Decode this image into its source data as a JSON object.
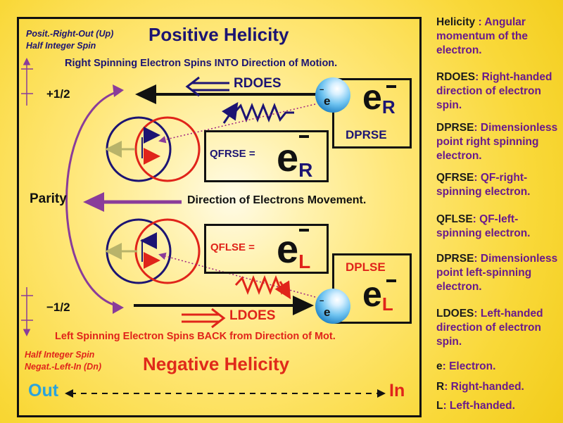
{
  "header": {
    "title_positive": "Positive Helicity",
    "title_negative": "Negative Helicity",
    "posit_line1": "Posit.-Right-Out (Up)",
    "posit_line2": "Half Integer Spin",
    "negat_line1": "Half Integer Spin",
    "negat_line2": "Negat.-Left-In (Dn)"
  },
  "diagram": {
    "right_spin_caption": "Right Spinning Electron Spins INTO Direction of Motion.",
    "left_spin_caption": "Left Spinning Electron Spins BACK from Direction of Mot.",
    "rdoes": "RDOES",
    "ldoes": "LDOES",
    "dprse": "DPRSE",
    "dplse": "DPLSE",
    "qfrse": "QFRSE =",
    "qflse": "QFLSE =",
    "e_symbol": "e",
    "r_sub": "R",
    "l_sub": "L",
    "electron": "e",
    "minus": "−",
    "plus_half": "+1/2",
    "minus_half": "−1/2",
    "parity": "Parity",
    "direction": "Direction of Electrons Movement.",
    "out": "Out",
    "in": "In"
  },
  "legend": [
    {
      "key": "Helicity",
      "text": " : Angular momentum of the electron."
    },
    {
      "key": "RDOES",
      "text": ": Right-handed direction of electron spin."
    },
    {
      "key": "DPRSE",
      "text": ": Dimensionless point right spinning electron."
    },
    {
      "key": "QFRSE",
      "text": ": QF-right-spinning electron."
    },
    {
      "key": "QFLSE",
      "text": ": QF-left-spinning electron."
    },
    {
      "key": "DPRSE",
      "text": ": Dimensionless point left-spinning electron."
    },
    {
      "key": "LDOES",
      "text": ": Left-handed direction of electron spin."
    },
    {
      "key": "e",
      "text": ": Electron."
    },
    {
      "key": "R",
      "text": ": Right-handed."
    },
    {
      "key": "L",
      "text": ": Left-handed."
    }
  ],
  "colors": {
    "navy": "#1c1473",
    "red": "#e0241a",
    "purple": "#8a3c9a",
    "olive": "#b8b36a",
    "title_blue": "#1c1473",
    "title_red": "#e02a1a",
    "out_blue": "#2aa3dc",
    "in_red": "#e0241a"
  }
}
